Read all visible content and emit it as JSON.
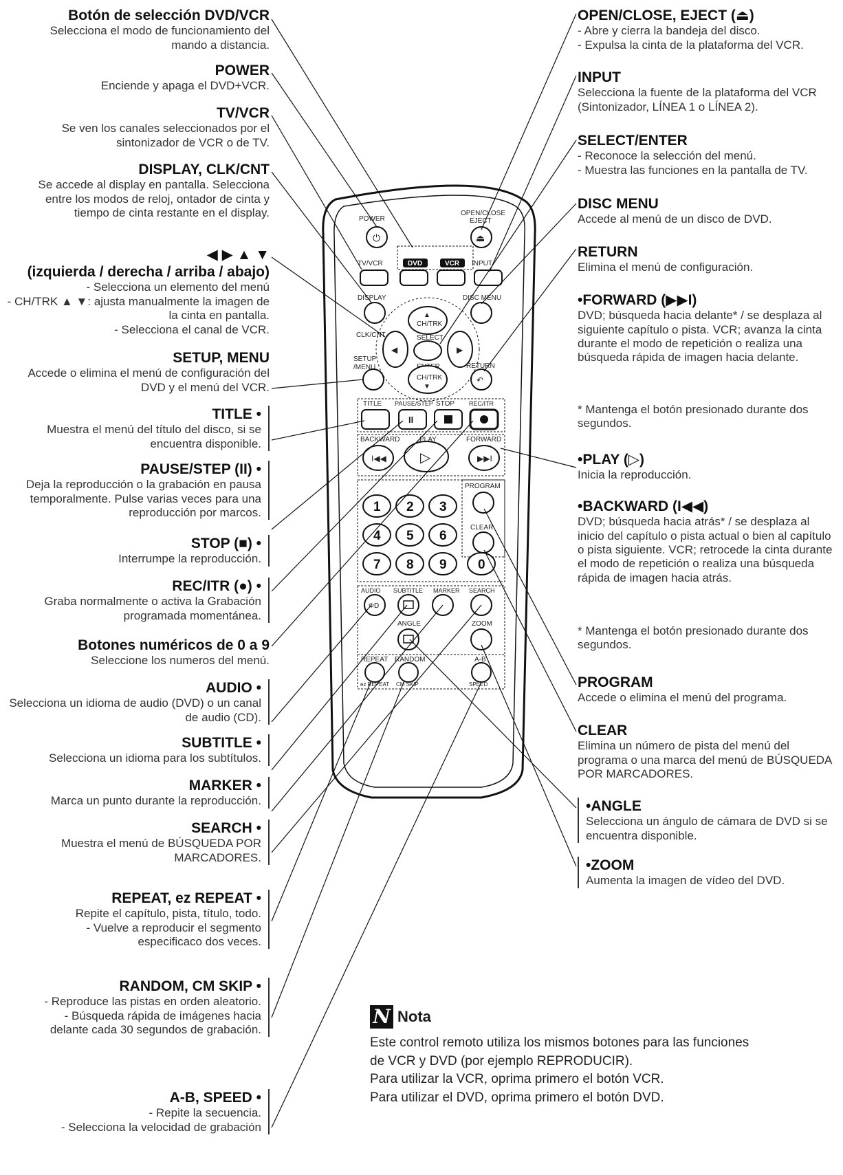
{
  "left": [
    {
      "title": "Botón de selección DVD/VCR",
      "desc": [
        "Selecciona el modo de funcionamiento del mando a distancia."
      ]
    },
    {
      "title": "POWER",
      "desc": [
        "Enciende y apaga el DVD+VCR."
      ]
    },
    {
      "title": "TV/VCR",
      "desc": [
        "Se ven los canales seleccionados por el sintonizador de VCR o de TV."
      ]
    },
    {
      "title": "DISPLAY, CLK/CNT",
      "desc": [
        "Se accede al display en pantalla. Selecciona entre los modos de reloj, ontador de cinta y tiempo de cinta restante en el display."
      ]
    },
    {
      "title": "◀ ▶ ▲ ▼",
      "subtitle": "(izquierda / derecha / arriba / abajo)",
      "desc": [
        "- Selecciona un elemento del menú",
        "- CH/TRK ▲ ▼: ajusta manualmente la imagen de la cinta en pantalla.",
        "- Selecciona el canal de VCR."
      ]
    },
    {
      "title": "SETUP, MENU",
      "desc": [
        "Accede o elimina el menú de configuración del DVD y el menú del VCR."
      ]
    },
    {
      "title": "TITLE",
      "desc": [
        "Muestra el menú del título del disco, si se encuentra disponible."
      ]
    },
    {
      "title": "PAUSE/STEP (II)",
      "desc": [
        "Deja la reproducción o la grabación en pausa temporalmente. Pulse varias veces para una reproducción por marcos."
      ]
    },
    {
      "title": "STOP (■)",
      "desc": [
        "Interrumpe la reproducción."
      ]
    },
    {
      "title": "REC/ITR (●)",
      "desc": [
        "Graba normalmente o activa la Grabación programada momentánea."
      ]
    },
    {
      "title": "Botones numéricos de 0 a 9",
      "desc": [
        "Seleccione los numeros del menú."
      ]
    },
    {
      "title": "AUDIO",
      "desc": [
        "Selecciona un idioma de audio (DVD) o un canal de audio (CD)."
      ]
    },
    {
      "title": "SUBTITLE",
      "desc": [
        "Selecciona un idioma para los subtítulos."
      ]
    },
    {
      "title": "MARKER",
      "desc": [
        "Marca un punto durante la reproducción."
      ]
    },
    {
      "title": "SEARCH",
      "desc": [
        "Muestra el menú de BÚSQUEDA POR MARCADORES."
      ]
    },
    {
      "title": "REPEAT, ez REPEAT",
      "desc": [
        "Repite el capítulo, pista, título, todo.",
        "- Vuelve a reproducir el segmento especificaco dos veces."
      ]
    },
    {
      "title": "RANDOM, CM SKIP",
      "desc": [
        "- Reproduce las pistas en orden aleatorio.",
        "- Búsqueda rápida de imágenes hacia delante cada 30 segundos de grabación."
      ]
    },
    {
      "title": "A-B, SPEED",
      "desc": [
        "- Repite la secuencia.",
        "- Selecciona la velocidad de grabación"
      ]
    }
  ],
  "right": [
    {
      "title": "OPEN/CLOSE, EJECT (⏏)",
      "desc": [
        "- Abre y cierra la bandeja del disco.",
        "- Expulsa la cinta de la plataforma del VCR."
      ]
    },
    {
      "title": "INPUT",
      "desc": [
        "Selecciona la fuente de la plataforma del VCR (Sintonizador, LÍNEA 1 o LÍNEA 2)."
      ]
    },
    {
      "title": "SELECT/ENTER",
      "desc": [
        "- Reconoce la selección del menú.",
        "- Muestra las funciones en la pantalla de TV."
      ]
    },
    {
      "title": "DISC MENU",
      "desc": [
        "Accede al menú de un disco de DVD."
      ]
    },
    {
      "title": "RETURN",
      "desc": [
        "Elimina el menú de configuración."
      ]
    },
    {
      "title": "FORWARD (▶▶I)",
      "desc": [
        "DVD; búsqueda hacia delante* / se desplaza al siguiente capítulo o pista. VCR; avanza la cinta durante el modo de repetición o realiza una búsqueda rápida de imagen hacia delante."
      ]
    },
    {
      "title": "",
      "desc": [
        "* Mantenga el botón presionado durante dos segundos."
      ]
    },
    {
      "title": "PLAY (▷)",
      "desc": [
        "Inicia la reproducción."
      ]
    },
    {
      "title": "BACKWARD (I◀◀)",
      "desc": [
        "DVD; búsqueda hacia atrás* / se desplaza al inicio del capítulo o pista actual o bien al capítulo o pista siguiente. VCR; retrocede la cinta durante el modo de repetición o realiza una búsqueda rápida de imagen hacia atrás."
      ]
    },
    {
      "title": "",
      "desc": [
        "* Mantenga el botón presionado durante dos segundos."
      ]
    },
    {
      "title": "PROGRAM",
      "desc": [
        "Accede o elimina el menú del programa."
      ]
    },
    {
      "title": "CLEAR",
      "desc": [
        "Elimina un número de pista del menú del programa o una marca del menú de BÚSQUEDA POR MARCADORES."
      ]
    },
    {
      "title": "ANGLE",
      "desc": [
        "Selecciona un ángulo de cámara de DVD si se encuentra disponible."
      ]
    },
    {
      "title": "ZOOM",
      "desc": [
        "Aumenta la imagen de vídeo del DVD."
      ]
    }
  ],
  "remote": {
    "labels": {
      "power": "POWER",
      "open_close": "OPEN/CLOSE",
      "eject": "EJECT",
      "tv_vcr": "TV/VCR",
      "dvd": "DVD",
      "vcr": "VCR",
      "input": "INPUT",
      "display": "DISPLAY",
      "clk_cnt": "CLK/CNT",
      "disc_menu": "DISC MENU",
      "ch_trk": "CH/TRK",
      "select": "SELECT",
      "enter": "ENTER",
      "setup": "SETUP",
      "menu": "/MENU",
      "return": "RETURN",
      "title": "TITLE",
      "pause_step": "PAUSE/STEP",
      "stop": "STOP",
      "rec_itr": "REC/ITR",
      "backward": "BACKWARD",
      "play": "PLAY",
      "forward": "FORWARD",
      "program": "PROGRAM",
      "clear": "CLEAR",
      "audio": "AUDIO",
      "subtitle": "SUBTITLE",
      "marker": "MARKER",
      "search": "SEARCH",
      "angle": "ANGLE",
      "zoom": "ZOOM",
      "repeat": "REPEAT",
      "random": "RANDOM",
      "ab": "A-B",
      "ez_repeat": "ez REPEAT",
      "cm_skip": "CM SKIP",
      "speed": "SPEED"
    },
    "numbers": [
      "1",
      "2",
      "3",
      "4",
      "5",
      "6",
      "7",
      "8",
      "9",
      "0"
    ]
  },
  "nota": {
    "title": "Nota",
    "icon": "nota-icon",
    "lines": [
      "Este control remoto utiliza los mismos botones para las funciones",
      "de VCR y DVD (por ejemplo REPRODUCIR).",
      "Para utilizar la VCR, oprima primero el botón VCR.",
      "Para utilizar el DVD, oprima primero el botón DVD."
    ]
  }
}
